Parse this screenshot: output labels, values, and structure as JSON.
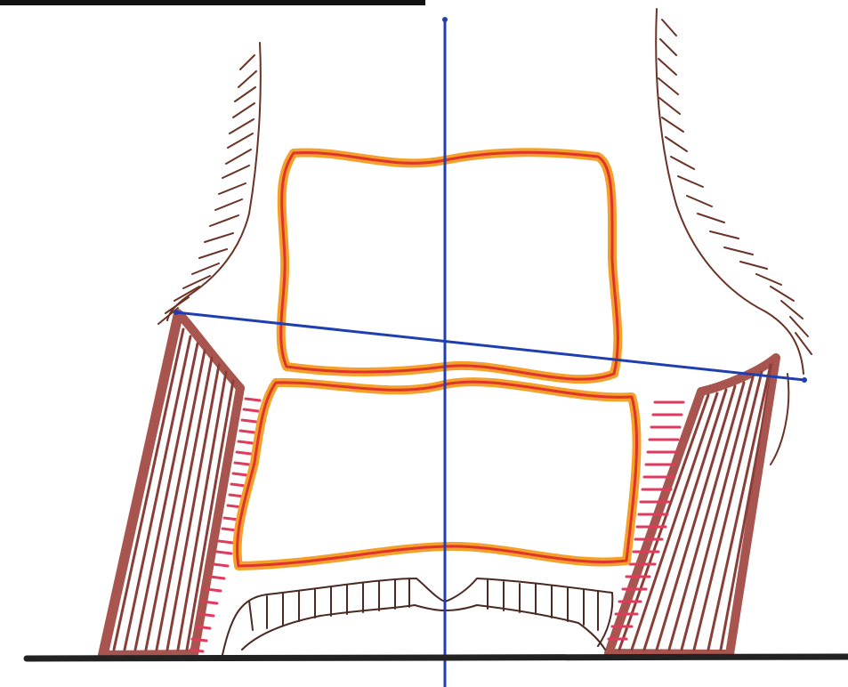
{
  "diagram": {
    "colors": {
      "background": "#ffffff",
      "axis_line": "#1f3fb0",
      "bone_outer": "#f4a02c",
      "bone_inner": "#e0342a",
      "muscle": "#a85550",
      "muscle_dark": "#6a3326",
      "hair": "#6a3326",
      "ligament": "#e23a5c",
      "ground": "#222222",
      "top_bar": "#111111"
    },
    "elements": [
      "top-bar",
      "vertical-axis-line",
      "tilted-horizontal-line",
      "upper-bone-block",
      "lower-bone-block",
      "left-muscle-band",
      "right-muscle-band",
      "left-ligament-hatching",
      "right-ligament-hatching",
      "left-hair-contour",
      "right-hair-contour",
      "arch-base-structure",
      "ground-line"
    ]
  }
}
